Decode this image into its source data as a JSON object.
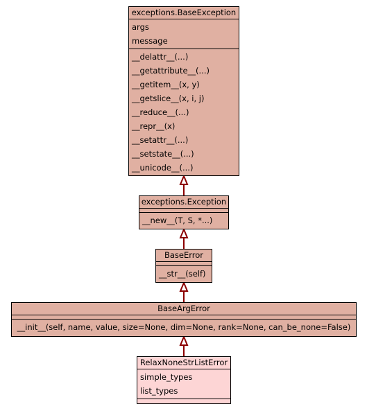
{
  "diagram": {
    "classes": [
      {
        "id": "base-exception",
        "name": "exceptions.BaseException",
        "attributes": [
          "args",
          "message"
        ],
        "methods": [
          "__delattr__(...)",
          "__getattribute__(...)",
          "__getitem__(x, y)",
          "__getslice__(x, i, j)",
          "__reduce__(...)",
          "__repr__(x)",
          "__setattr__(...)",
          "__setstate__(...)",
          "__unicode__(...)"
        ]
      },
      {
        "id": "exception",
        "name": "exceptions.Exception",
        "attributes": [],
        "methods": [
          "__new__(T, S, *...)"
        ]
      },
      {
        "id": "base-error",
        "name": "BaseError",
        "attributes": [],
        "methods": [
          "__str__(self)"
        ]
      },
      {
        "id": "base-arg-error",
        "name": "BaseArgError",
        "attributes": [],
        "methods": [
          "__init__(self, name, value, size=None, dim=None, rank=None, can_be_none=False)"
        ]
      },
      {
        "id": "relax-none-str-list-error",
        "name": "RelaxNoneStrListError",
        "attributes": [
          "simple_types",
          "list_types"
        ],
        "methods": []
      }
    ],
    "colors": {
      "class_fill": "#e0b0a2",
      "leaf_fill": "#fdd5d5",
      "arrow": "#8b0000"
    }
  }
}
